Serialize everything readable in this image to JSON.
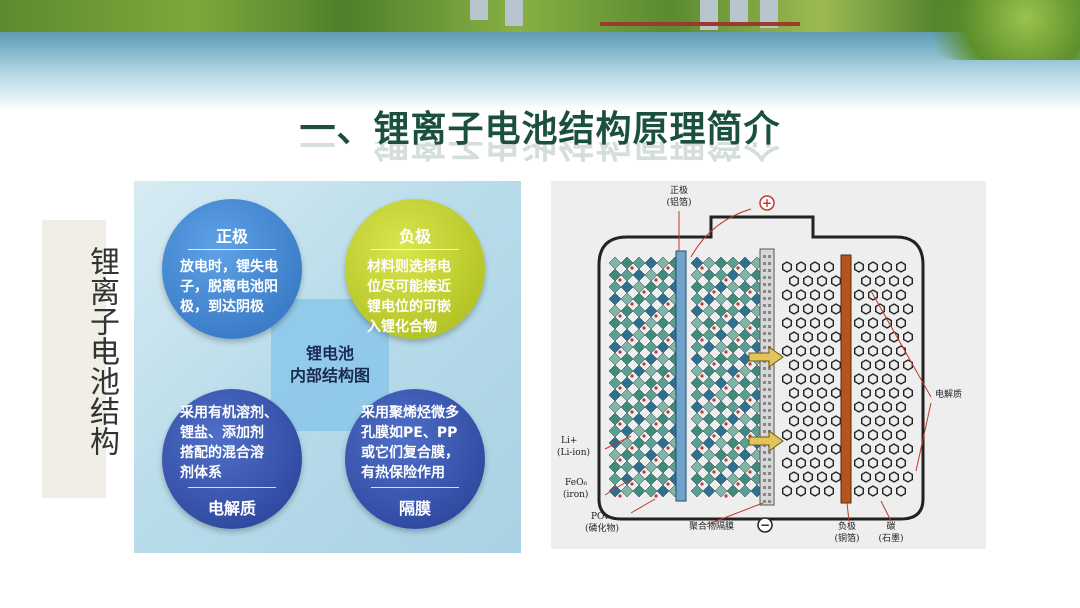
{
  "title": "一、锂离子电池结构原理简介",
  "side_label": "锂离子电池结构",
  "infographic": {
    "center": {
      "line1": "锂电池",
      "line2": "内部结构图"
    },
    "positive": {
      "title": "正极",
      "body": [
        "放电时，锂失电",
        "子，脱离电池阳",
        "极，到达阴极"
      ]
    },
    "negative": {
      "title": "负极",
      "body": [
        "材料则选择电",
        "位尽可能接近",
        "锂电位的可嵌",
        "入锂化合物"
      ]
    },
    "electrolyte": {
      "title": "电解质",
      "body": [
        "采用有机溶剂、",
        "锂盐、添加剂",
        "搭配的混合溶",
        "剂体系"
      ]
    },
    "separator": {
      "title": "隔膜",
      "body": [
        "采用聚烯烃微多",
        "孔膜如PE、PP",
        "或它们复合膜，",
        "有热保险作用"
      ]
    }
  },
  "diagram": {
    "positive_label_1": "正极",
    "positive_label_2": "(铝箔)",
    "plus_symbol": "+",
    "minus_symbol": "−",
    "electrolyte_label": "电解质",
    "li_label_1": "Li+",
    "li_label_2": "(Li-ion)",
    "feo_label_1": "FeO₆",
    "feo_label_2": "(iron)",
    "po_label_1": "PO₄",
    "po_label_2": "(磷化物)",
    "separator_label": "聚合物隔膜",
    "negative_label_1": "负极",
    "negative_label_2": "(铜箔)",
    "carbon_label_1": "碳",
    "carbon_label_2": "(石墨)"
  },
  "colors": {
    "title": "#1b4f3e",
    "positive_circle": "#3f82d1",
    "negative_circle": "#bccb2a",
    "electrolyte_circle": "#2f4aa6",
    "separator_circle": "#2f4aa6",
    "aluminum_foil": "#6fa3c9",
    "copper_foil": "#b5541c"
  }
}
